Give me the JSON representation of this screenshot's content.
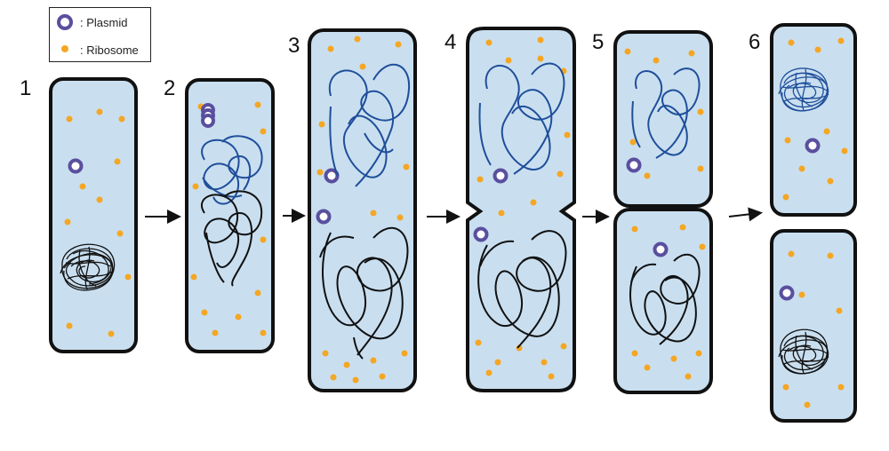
{
  "legend": {
    "plasmid_label": ": Plasmid",
    "ribosome_label": ": Ribosome"
  },
  "stages": [
    {
      "number": "1"
    },
    {
      "number": "2"
    },
    {
      "number": "3"
    },
    {
      "number": "4"
    },
    {
      "number": "5"
    },
    {
      "number": "6"
    }
  ],
  "colors": {
    "cytoplasm": "#c9dff0",
    "membrane": "#111111",
    "ribosome": "#f5a623",
    "plasmid_ring": "#5a4f9e",
    "plasmid_fill": "#ffffff",
    "dna_original": "#111111",
    "dna_copy": "#1f4e9a"
  }
}
